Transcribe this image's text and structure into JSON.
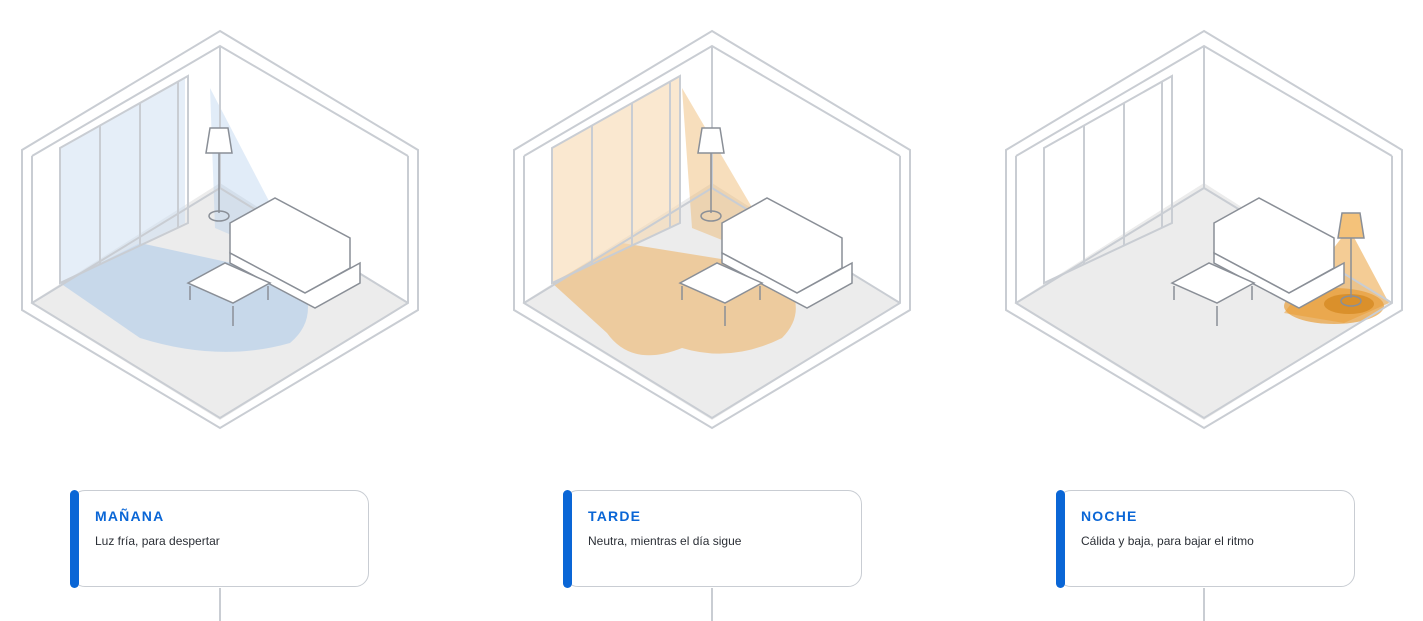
{
  "scenes": [
    {
      "title": "MAÑANA",
      "description": "Luz fría, para despertar",
      "light_color": "#a9c9ea"
    },
    {
      "title": "TARDE",
      "description": "Neutra, mientras el día sigue",
      "light_color": "#eeb56a"
    },
    {
      "title": "NOCHE",
      "description": "Cálida y baja, para bajar el ritmo",
      "light_color": "#e99a2c"
    }
  ],
  "colors": {
    "accent": "#0a66d6",
    "line": "#c9cdd3",
    "floor": "#ececec"
  }
}
